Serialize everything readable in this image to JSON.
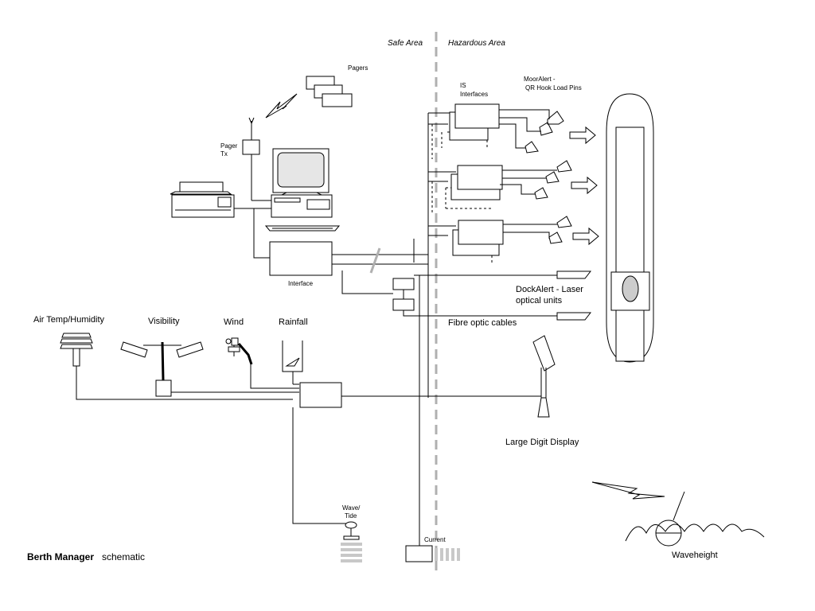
{
  "labels": {
    "safe_area": "Safe Area",
    "hazardous_area": "Hazardous Area",
    "pagers": "Pagers",
    "pager_tx_1": "Pager",
    "pager_tx_2": "Tx",
    "is_interfaces_1": "IS",
    "is_interfaces_2": "Interfaces",
    "mooralert_1": "MoorAlert  -",
    "mooralert_2": "QR Hook Load Pins",
    "interface": "Interface",
    "dockalert_1": "DockAlert  -  Laser",
    "dockalert_2": "optical units",
    "fibre_optic": "Fibre optic cables",
    "air_temp": "Air Temp/Humidity",
    "visibility": "Visibility",
    "wind": "Wind",
    "rainfall": "Rainfall",
    "large_digit": "Large Digit Display",
    "wave_tide_1": "Wave/",
    "wave_tide_2": "Tide",
    "current": "Current",
    "waveheight": "Waveheight",
    "title_bold": "Berth Manager",
    "title_rest": "schematic"
  },
  "colors": {
    "line": "#000000",
    "zone_divider": "#b0b0b0",
    "screen_fill": "#e6e6e6",
    "sensor_grey": "#c8c8c8",
    "camera_fill": "#cccccc"
  }
}
